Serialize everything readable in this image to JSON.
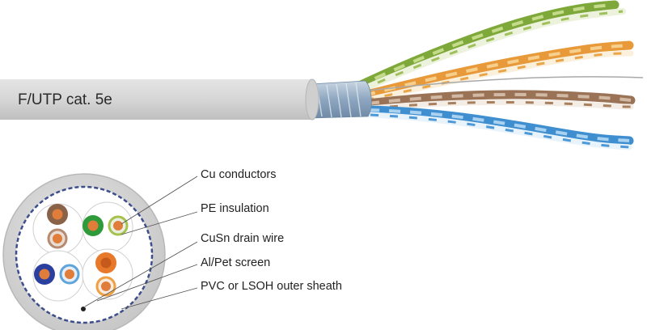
{
  "cable": {
    "label": "F/UTP cat. 5e"
  },
  "callouts": [
    {
      "id": "cu-conductors",
      "text": "Cu conductors"
    },
    {
      "id": "pe-insulation",
      "text": "PE insulation"
    },
    {
      "id": "drain-wire",
      "text": "CuSn drain wire"
    },
    {
      "id": "screen",
      "text": "Al/Pet screen"
    },
    {
      "id": "outer-sheath",
      "text": "PVC or LSOH outer sheath"
    }
  ],
  "colors": {
    "sheath": "#d8d8d8",
    "sheath_shadow": "#b9b9b9",
    "foil": "#9eb3c9",
    "screen_ring": "#3d4e8c",
    "pair_green": "#2e9a3a",
    "pair_orange": "#e8782a",
    "pair_brown": "#8a6248",
    "pair_blue": "#2f63c0",
    "copper": "#e07d3a",
    "stripe_green": "#a6c24b",
    "stripe_orange": "#f0a044",
    "stripe_brown": "#b58a6e",
    "stripe_blue": "#5fa5da"
  }
}
